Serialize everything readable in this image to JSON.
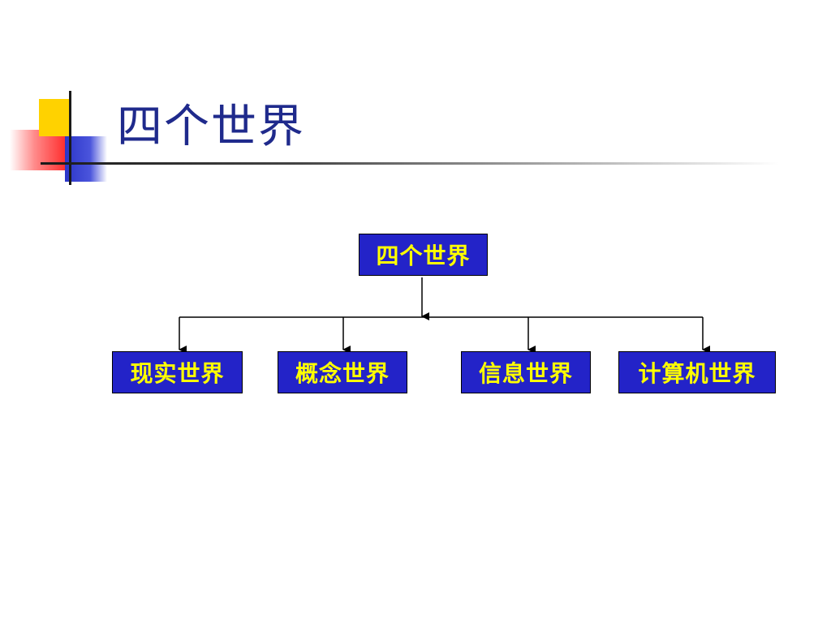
{
  "title": "四个世界",
  "diagram": {
    "root": "四个世界",
    "children": [
      "现实世界",
      "概念世界",
      "信息世界",
      "计算机世界"
    ]
  },
  "colors": {
    "title_text": "#1f2a8c",
    "box_fill": "#2323c8",
    "box_text": "#ffff00",
    "connector": "#000000",
    "deco_yellow": "#ffd200",
    "deco_blue": "#2b36c9",
    "deco_red": "#ff3030"
  }
}
